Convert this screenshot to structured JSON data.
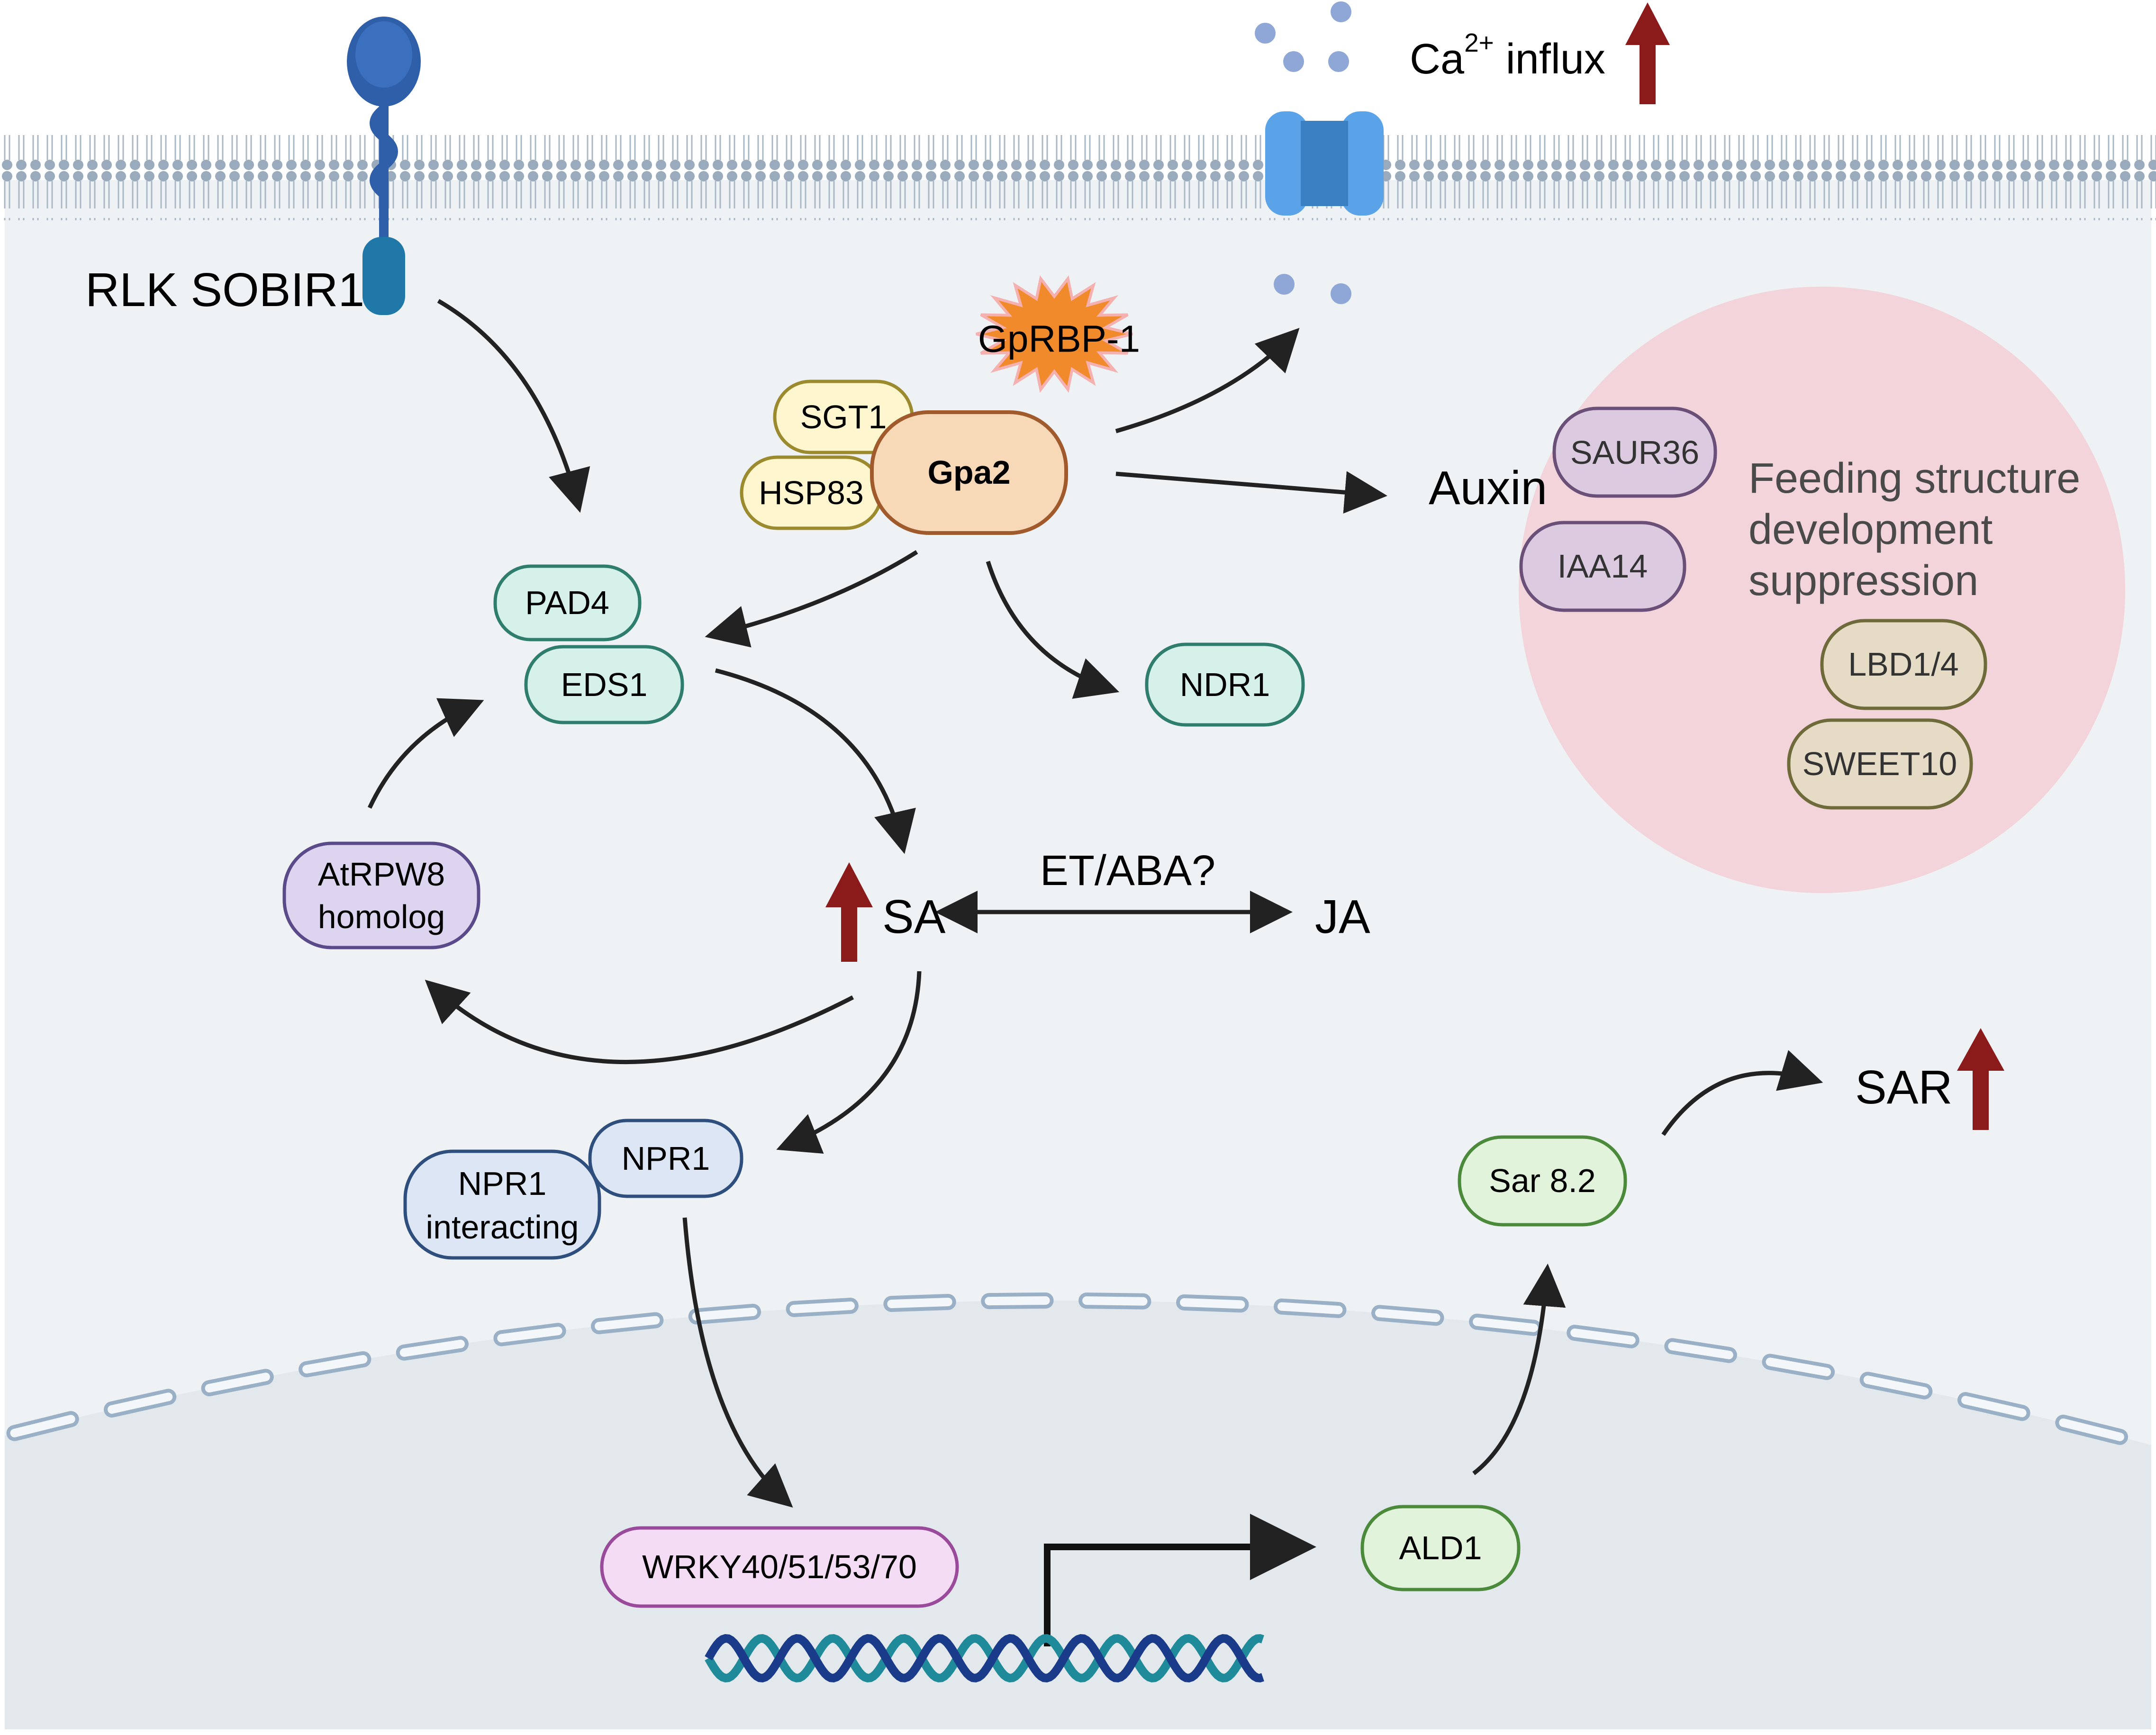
{
  "labels": {
    "rlk": "RLK SOBIR1",
    "ca_influx": "Ca",
    "ca_sup": "2+",
    "ca_suffix": " influx",
    "gprbp": "GpRBP-1",
    "sgt1": "SGT1",
    "hsp83": "HSP83",
    "gpa2": "Gpa2",
    "auxin": "Auxin",
    "saur36": "SAUR36",
    "iaa14": "IAA14",
    "feeding_1": "Feeding structure",
    "feeding_2": "development",
    "feeding_3": "suppression",
    "lbd": "LBD1/4",
    "sweet10": "SWEET10",
    "pad4": "PAD4",
    "eds1": "EDS1",
    "ndr1": "NDR1",
    "atrpw8_1": "AtRPW8",
    "atrpw8_2": "homolog",
    "sa": "SA",
    "et_aba": "ET/ABA?",
    "ja": "JA",
    "sar": "SAR",
    "sar82": "Sar 8.2",
    "npr1": "NPR1",
    "npr1_int_1": "NPR1",
    "npr1_int_2": "interacting",
    "wrky": "WRKY40/51/53/70",
    "ald1": "ALD1"
  },
  "colors": {
    "cytoplasm": "#eef2f5",
    "nucleus": "#e3e8ec",
    "membrane": "#9aabbd",
    "gpa2_fill": "#f7d9b8",
    "gpa2_stroke": "#a05a2c",
    "chaperone_fill": "#fdf6cf",
    "chaperone_stroke": "#9c8a2e",
    "teal_fill": "#d6f0ea",
    "teal_stroke": "#2f7d6d",
    "purple_fill": "#ddd5f0",
    "purple_stroke": "#5b4a8a",
    "blue_fill": "#dce6f4",
    "blue_stroke": "#2e4f7e",
    "green_fill": "#e2f3dc",
    "green_stroke": "#4a8a3a",
    "pink_fill": "#f4dcf4",
    "pink_stroke": "#9a4a9a",
    "feeding_circle": "#f2d4da",
    "saur_fill": "#dccbe0",
    "saur_stroke": "#6a4f78",
    "lbd_fill": "#e6dcc6",
    "lbd_stroke": "#6e6a3a",
    "star_fill": "#f08a2a",
    "up_arrow": "#8b1a1a",
    "channel": "#5aa3e8",
    "receptor": "#2f5fa8"
  },
  "icons": [
    "receptor-icon",
    "ion-channel-icon",
    "starburst-icon",
    "up-arrow-icon",
    "dna-helix-icon",
    "transcription-start-arrow-icon"
  ]
}
